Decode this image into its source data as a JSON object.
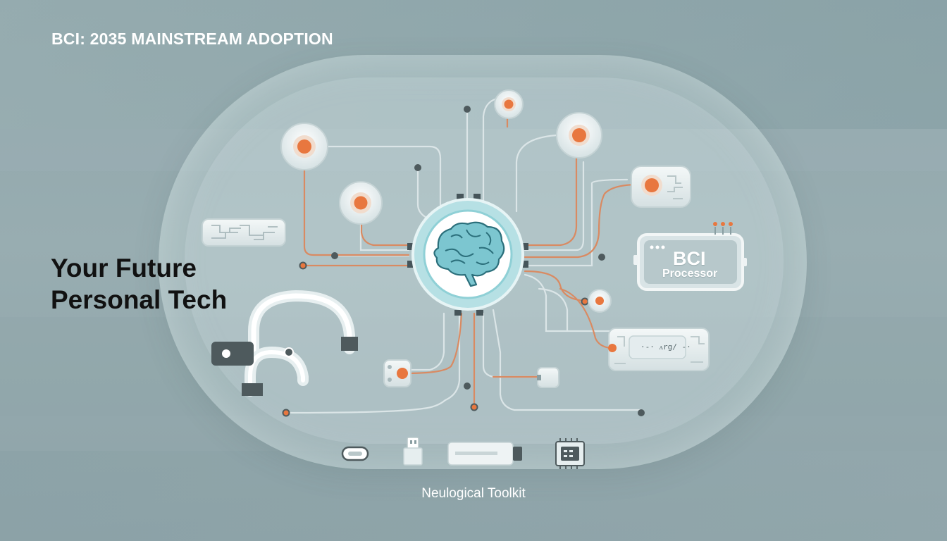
{
  "slide": {
    "title": "BCI: 2035 MAINSTREAM ADOPTION",
    "headline_line1": "Your Future",
    "headline_line2": "Personal Tech",
    "processor_label_main": "BCI",
    "processor_label_sub": "Processor",
    "panel_label": "·-· ᴧrg/ -·",
    "toolkit_caption": "Neulogical Toolkit"
  },
  "colors": {
    "accent_orange": "#e8773f",
    "hub_ring": "#9fd3d8",
    "brain": "#6fbfca",
    "line_grey": "#d4dfe1"
  },
  "icons": [
    "brain-icon",
    "usb-c-connector-icon",
    "usb-a-connector-icon",
    "usb-stick-icon",
    "microchip-icon",
    "headphones-icon"
  ]
}
